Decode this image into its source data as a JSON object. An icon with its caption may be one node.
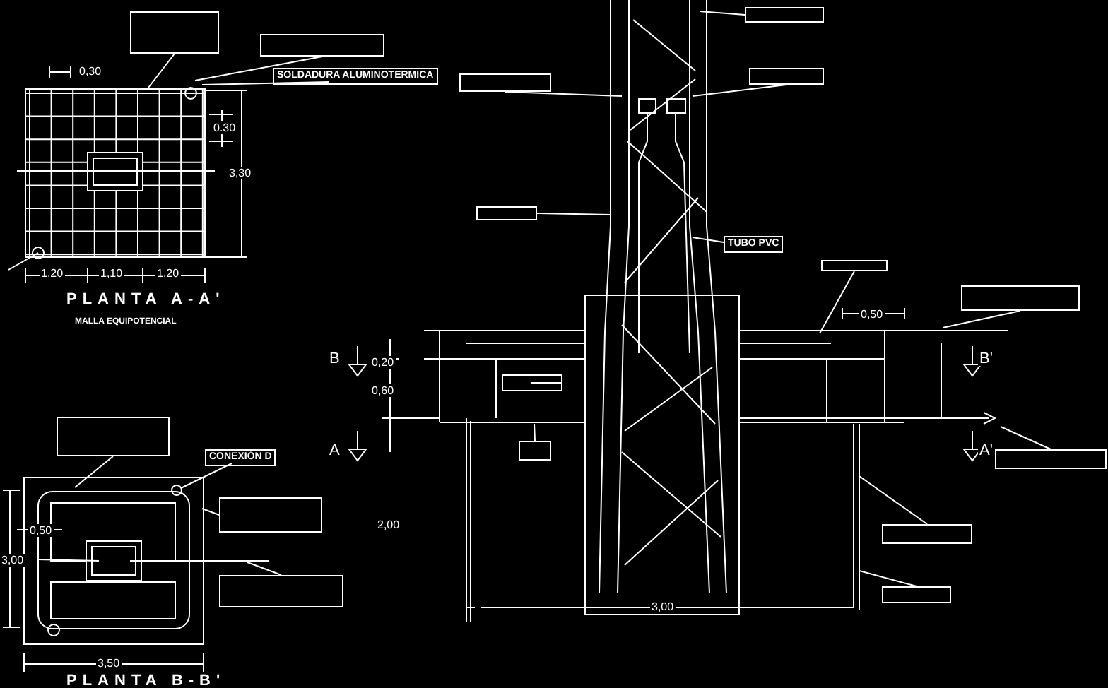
{
  "diagram": {
    "nodes": [
      {
        "text": [],
        "shape": "box"
      },
      {
        "text": [],
        "shape": "box"
      },
      {
        "text": [
          "SOLDADURA ALUMINOTERMICA"
        ]
      },
      {
        "text": [],
        "shape": "box"
      },
      {
        "text": [
          "CONEXIÓN D"
        ]
      },
      {
        "text": [],
        "shape": "box"
      },
      {
        "text": [],
        "shape": "box"
      },
      {
        "text": [],
        "shape": "box"
      },
      {
        "text": [],
        "shape": "box"
      },
      {
        "text": [],
        "shape": "box"
      },
      {
        "text": [],
        "shape": "box"
      },
      {
        "text": [
          "TUBO PVC"
        ]
      },
      {
        "text": [],
        "shape": "box"
      },
      {
        "text": [],
        "shape": "box"
      },
      {
        "text": [],
        "shape": "box"
      },
      {
        "text": [],
        "shape": "box"
      },
      {
        "text": [],
        "shape": "box"
      },
      {
        "text": [],
        "shape": "box"
      },
      {
        "text": [],
        "shape": "box"
      },
      {
        "text": [],
        "shape": "circle"
      }
    ],
    "edges": [
      {
        "from": 0,
        "to": null,
        "arrow": "none"
      },
      {
        "from": 1,
        "to": null,
        "arrow": "none"
      },
      {
        "from": 2,
        "to": null,
        "arrow": "none"
      },
      {
        "from": 3,
        "to": null,
        "arrow": "none"
      },
      {
        "from": 4,
        "to": 19,
        "arrow": "none"
      },
      {
        "from": 5,
        "to": null,
        "arrow": "none"
      },
      {
        "from": 6,
        "to": null,
        "arrow": "none"
      },
      {
        "from": 7,
        "to": null,
        "arrow": "none"
      },
      {
        "from": 8,
        "to": null,
        "arrow": "none"
      },
      {
        "from": 9,
        "to": null,
        "arrow": "none"
      },
      {
        "from": 10,
        "to": null,
        "arrow": "none"
      },
      {
        "from": 11,
        "to": null,
        "arrow": "none"
      },
      {
        "from": 12,
        "to": null,
        "arrow": "none"
      },
      {
        "from": 13,
        "to": null,
        "arrow": "none"
      },
      {
        "from": 14,
        "to": null,
        "arrow": "none"
      },
      {
        "from": 15,
        "to": null,
        "arrow": "none"
      },
      {
        "from": 16,
        "to": null,
        "arrow": "none"
      },
      {
        "from": 17,
        "to": null,
        "arrow": "none"
      },
      {
        "from": 18,
        "to": null,
        "arrow": "none"
      }
    ],
    "labels": [
      "0,30",
      "0.30",
      "3,30",
      "1,20",
      "1,10",
      "1,20",
      "PLANTA A-A'",
      "MALLA EQUIPOTENCIAL",
      "0,50",
      "3,00",
      "3,50",
      "PLANTA B-B'",
      "B",
      "0,20",
      "0,60",
      "A",
      "2,00",
      "3,00",
      "0,50",
      "B'",
      "A'"
    ]
  }
}
